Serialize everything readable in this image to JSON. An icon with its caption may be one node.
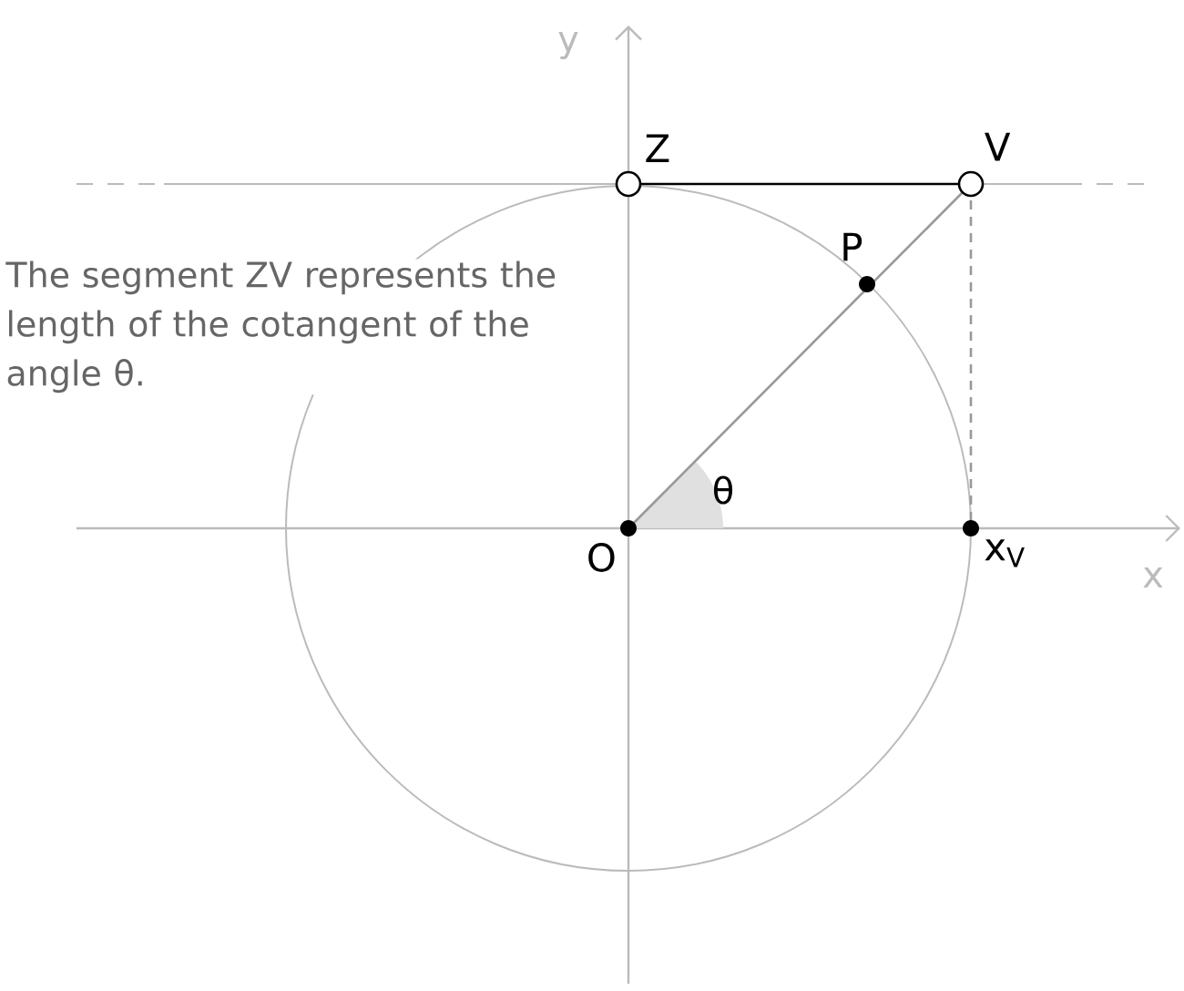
{
  "diagram": {
    "nodes": [
      {
        "text": [
          "Z"
        ]
      },
      {
        "text": [
          "V"
        ]
      },
      {
        "text": [
          "P"
        ]
      },
      {
        "text": [
          "O"
        ]
      },
      {
        "text": [
          "x$_{V}$"
        ]
      }
    ],
    "edges": [
      {
        "from": 0,
        "to": 1,
        "arrow": "none",
        "color": "#000000"
      },
      {
        "from": 3,
        "to": 1,
        "arrow": "none",
        "color": "#999999"
      },
      {
        "from": 1,
        "to": 4,
        "arrow": "none",
        "style": "dashed",
        "color": "#999999"
      }
    ],
    "labels": [
      "y",
      "x",
      "θ",
      "The segment ZV represents the length of the cotangent of the angle θ."
    ]
  }
}
